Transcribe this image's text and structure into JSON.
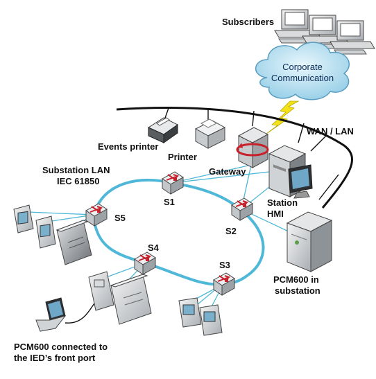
{
  "labels": {
    "subscribers": "Subscribers",
    "corporate_line1": "Corporate",
    "corporate_line2": "Communication",
    "wan_lan": "WAN / LAN",
    "events_printer": "Events printer",
    "printer": "Printer",
    "gateway": "Gateway",
    "substation_lan_line1": "Substation LAN",
    "substation_lan_line2": "IEC 61850",
    "station_hmi_line1": "Station",
    "station_hmi_line2": "HMI",
    "pcm600_sub_line1": "PCM600 in",
    "pcm600_sub_line2": "substation",
    "pcm600_front_line1": "PCM600 connected to",
    "pcm600_front_line2": "the IED’s front port"
  },
  "switches": {
    "s1": "S1",
    "s2": "S2",
    "s3": "S3",
    "s4": "S4",
    "s5": "S5"
  },
  "colors": {
    "ring": "#4fb8d8",
    "wan_line": "#111111",
    "cloud_fill": "#bfe3f3",
    "switch_red": "#c8202a",
    "lightning": "#f3e21a"
  }
}
